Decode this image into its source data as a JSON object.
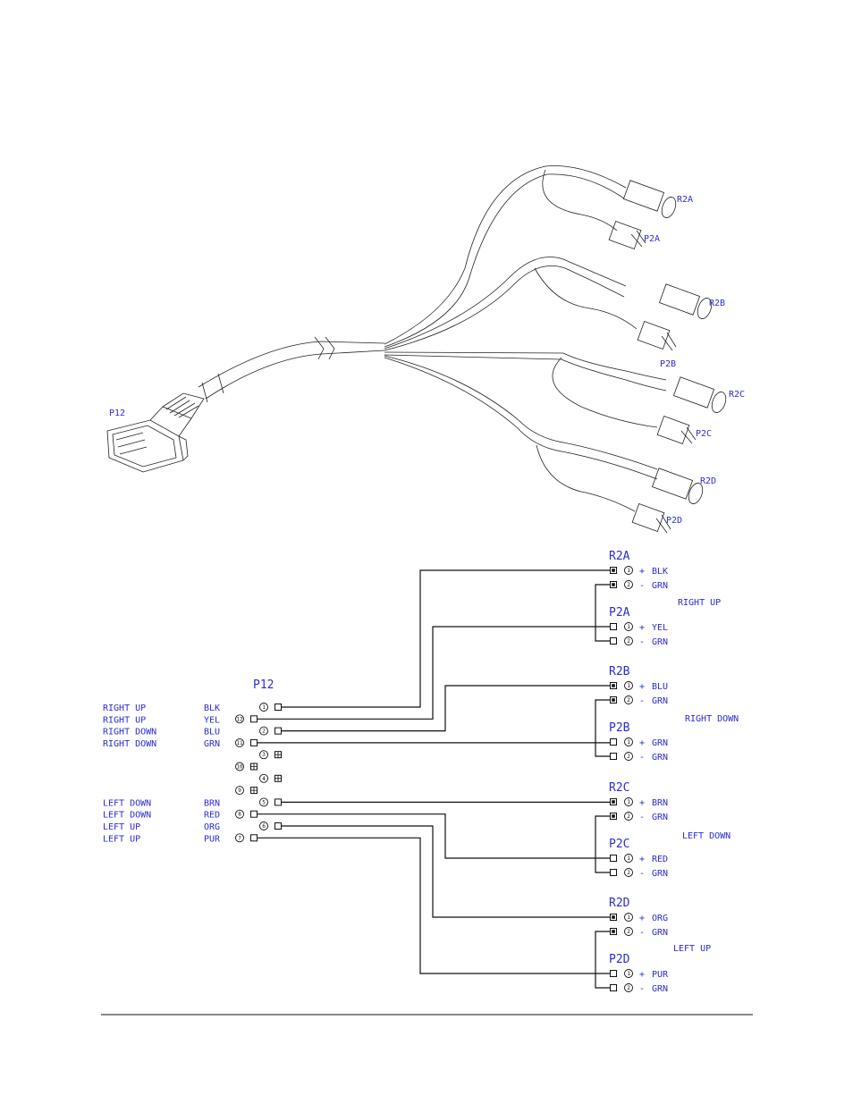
{
  "harness": {
    "p12_label": "P12",
    "connectors": [
      {
        "label": "R2A"
      },
      {
        "label": "P2A"
      },
      {
        "label": "R2B"
      },
      {
        "label": "P2B"
      },
      {
        "label": "R2C"
      },
      {
        "label": "P2C"
      },
      {
        "label": "R2D"
      },
      {
        "label": "P2D"
      }
    ]
  },
  "schematic": {
    "p12_title": "P12",
    "left_rows": [
      {
        "func": "RIGHT UP",
        "color": "BLK",
        "pin": "1"
      },
      {
        "func": "RIGHT UP",
        "color": "YEL",
        "pin": "12"
      },
      {
        "func": "RIGHT DOWN",
        "color": "BLU",
        "pin": "2"
      },
      {
        "func": "RIGHT DOWN",
        "color": "GRN",
        "pin": "11"
      },
      {
        "func": "",
        "color": "",
        "pin": "3"
      },
      {
        "func": "",
        "color": "",
        "pin": "10"
      },
      {
        "func": "",
        "color": "",
        "pin": "4"
      },
      {
        "func": "",
        "color": "",
        "pin": "9"
      },
      {
        "func": "LEFT DOWN",
        "color": "BRN",
        "pin": "5"
      },
      {
        "func": "LEFT DOWN",
        "color": "RED",
        "pin": "8"
      },
      {
        "func": "LEFT UP",
        "color": "ORG",
        "pin": "6"
      },
      {
        "func": "LEFT UP",
        "color": "PUR",
        "pin": "7"
      }
    ],
    "groups": [
      {
        "name": "RIGHT UP",
        "r": {
          "label": "R2A",
          "pins": [
            {
              "pin": "1",
              "sign": "+",
              "color": "BLK"
            },
            {
              "pin": "2",
              "sign": "-",
              "color": "GRN"
            }
          ]
        },
        "p": {
          "label": "P2A",
          "pins": [
            {
              "pin": "1",
              "sign": "+",
              "color": "YEL"
            },
            {
              "pin": "2",
              "sign": "-",
              "color": "GRN"
            }
          ]
        }
      },
      {
        "name": "RIGHT DOWN",
        "r": {
          "label": "R2B",
          "pins": [
            {
              "pin": "1",
              "sign": "+",
              "color": "BLU"
            },
            {
              "pin": "2",
              "sign": "-",
              "color": "GRN"
            }
          ]
        },
        "p": {
          "label": "P2B",
          "pins": [
            {
              "pin": "1",
              "sign": "+",
              "color": "GRN"
            },
            {
              "pin": "2",
              "sign": "-",
              "color": "GRN"
            }
          ]
        }
      },
      {
        "name": "LEFT DOWN",
        "r": {
          "label": "R2C",
          "pins": [
            {
              "pin": "1",
              "sign": "+",
              "color": "BRN"
            },
            {
              "pin": "2",
              "sign": "-",
              "color": "GRN"
            }
          ]
        },
        "p": {
          "label": "P2C",
          "pins": [
            {
              "pin": "1",
              "sign": "+",
              "color": "RED"
            },
            {
              "pin": "2",
              "sign": "-",
              "color": "GRN"
            }
          ]
        }
      },
      {
        "name": "LEFT UP",
        "r": {
          "label": "R2D",
          "pins": [
            {
              "pin": "1",
              "sign": "+",
              "color": "ORG"
            },
            {
              "pin": "2",
              "sign": "-",
              "color": "GRN"
            }
          ]
        },
        "p": {
          "label": "P2D",
          "pins": [
            {
              "pin": "1",
              "sign": "+",
              "color": "PUR"
            },
            {
              "pin": "2",
              "sign": "-",
              "color": "GRN"
            }
          ]
        }
      }
    ]
  }
}
